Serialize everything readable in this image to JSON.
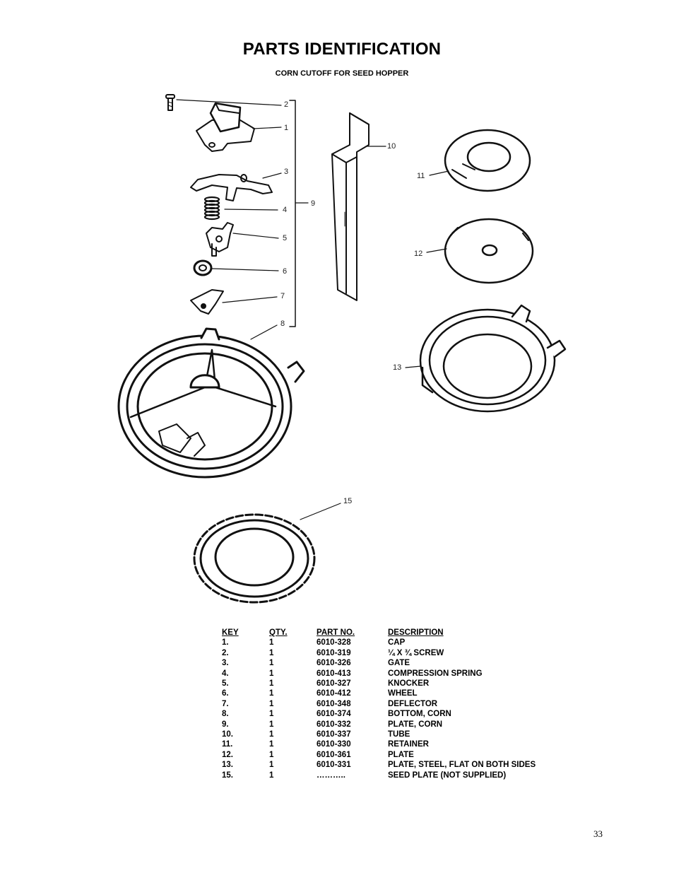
{
  "document": {
    "title": "PARTS IDENTIFICATION",
    "subtitle": "CORN CUTOFF FOR SEED HOPPER",
    "page_number": "33"
  },
  "diagram": {
    "callouts": [
      "1",
      "2",
      "3",
      "4",
      "5",
      "6",
      "7",
      "8",
      "9",
      "10",
      "11",
      "12",
      "13",
      "15"
    ]
  },
  "table": {
    "headers": {
      "key": "KEY",
      "qty": "QTY.",
      "part_no": "PART NO.",
      "description": "DESCRIPTION"
    },
    "rows": [
      {
        "key": "1.",
        "qty": "1",
        "part_no": "6010-328",
        "description": "CAP"
      },
      {
        "key": "2.",
        "qty": "1",
        "part_no": "6010-319",
        "description": "¼ X ¾ SCREW"
      },
      {
        "key": "3.",
        "qty": "1",
        "part_no": "6010-326",
        "description": "GATE"
      },
      {
        "key": "4.",
        "qty": "1",
        "part_no": "6010-413",
        "description": "COMPRESSION SPRING"
      },
      {
        "key": "5.",
        "qty": "1",
        "part_no": "6010-327",
        "description": "KNOCKER"
      },
      {
        "key": "6.",
        "qty": "1",
        "part_no": "6010-412",
        "description": "WHEEL"
      },
      {
        "key": "7.",
        "qty": "1",
        "part_no": "6010-348",
        "description": "DEFLECTOR"
      },
      {
        "key": "8.",
        "qty": "1",
        "part_no": "6010-374",
        "description": "BOTTOM, CORN"
      },
      {
        "key": "9.",
        "qty": "1",
        "part_no": "6010-332",
        "description": "PLATE, CORN"
      },
      {
        "key": "10.",
        "qty": "1",
        "part_no": "6010-337",
        "description": "TUBE"
      },
      {
        "key": "11.",
        "qty": "1",
        "part_no": "6010-330",
        "description": "RETAINER"
      },
      {
        "key": "12.",
        "qty": "1",
        "part_no": "6010-361",
        "description": "PLATE"
      },
      {
        "key": "13.",
        "qty": "1",
        "part_no": "6010-331",
        "description": "PLATE, STEEL, FLAT ON BOTH SIDES"
      },
      {
        "key": "15.",
        "qty": "1",
        "part_no": "………..",
        "description": "SEED PLATE (NOT SUPPLIED)"
      }
    ]
  }
}
